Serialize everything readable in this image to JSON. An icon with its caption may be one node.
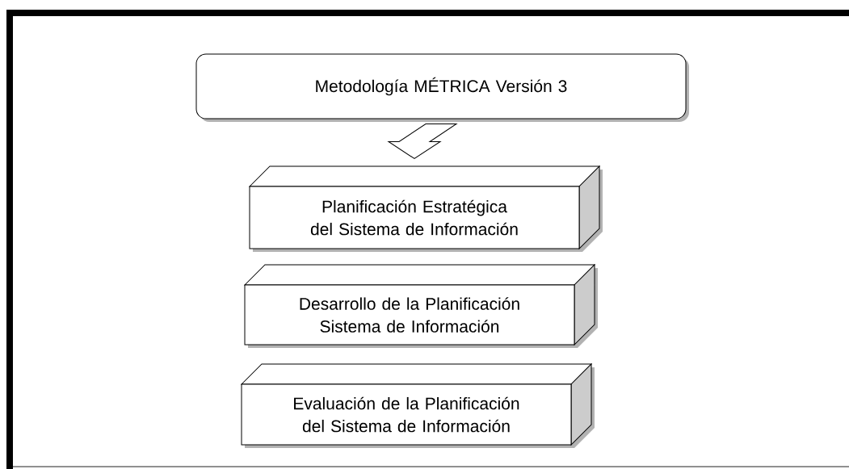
{
  "diagram": {
    "nodes": [
      {
        "text": [
          "Metodología MÉTRICA Versión 3"
        ]
      },
      {
        "text": [
          "Planificación Estratégica del Sistema de Información"
        ]
      },
      {
        "text": [
          "Desarrollo de la Planificación Sistema de Información"
        ]
      },
      {
        "text": [
          "Evaluación de la Planificación del Sistema de Información"
        ]
      }
    ],
    "edges": [
      {
        "from": 0,
        "to": 1,
        "arrow": "to"
      }
    ]
  }
}
